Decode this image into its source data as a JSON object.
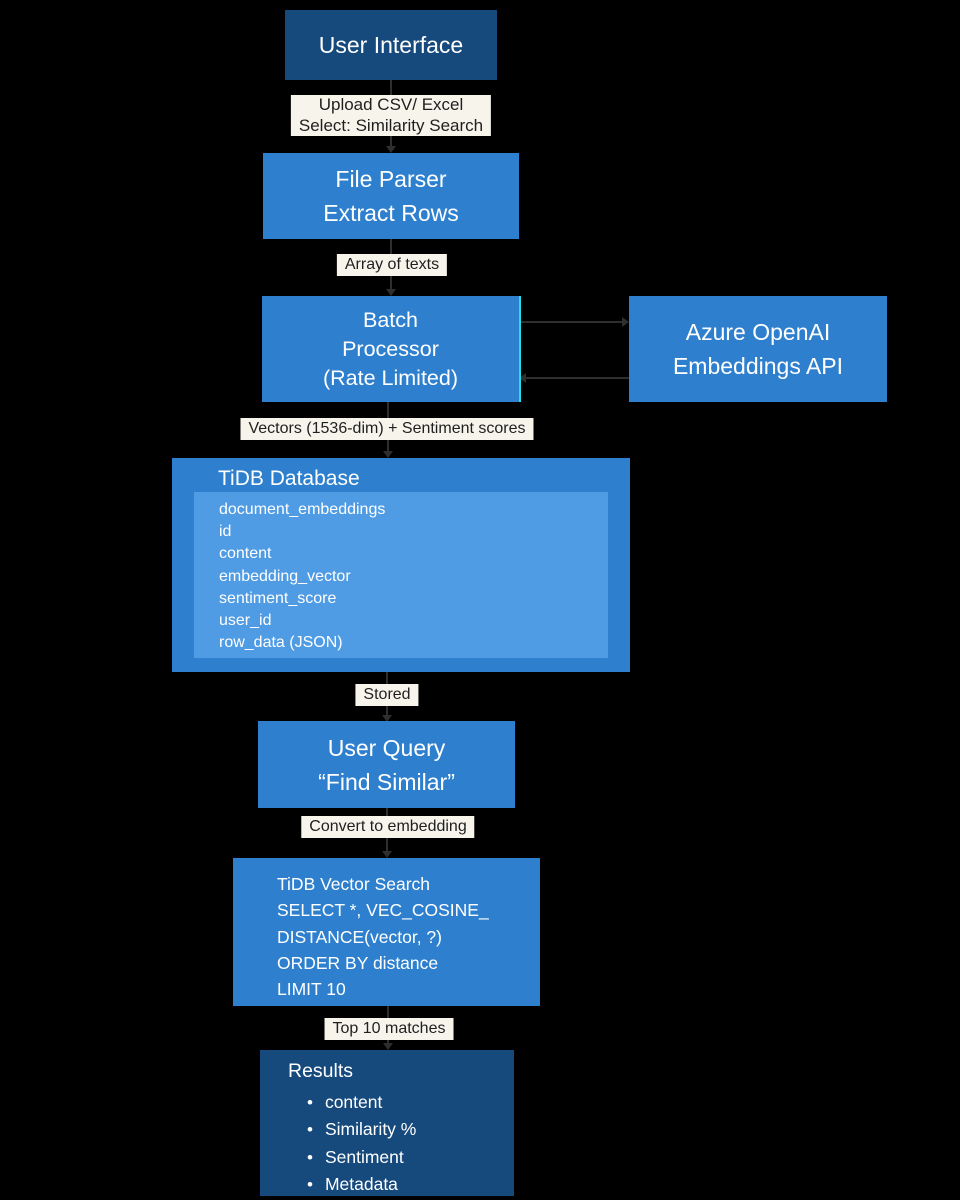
{
  "colors": {
    "background": "#000000",
    "navy": "#16497C",
    "blue": "#2E80CE",
    "light-blue": "#4F9CE4",
    "label-bg": "#F7F4EC",
    "label-text": "#1F1F1F",
    "arrow": "#2E2E2E",
    "cyan-guide": "#1FE0E6",
    "box-text": "#FFFFFF"
  },
  "diagram": {
    "user_interface": {
      "title": "User Interface"
    },
    "upload_label": {
      "line1": "Upload CSV/ Excel",
      "line2": "Select: Similarity Search"
    },
    "file_parser": {
      "line1": "File Parser",
      "line2": "Extract Rows"
    },
    "array_label": {
      "text": "Array of texts"
    },
    "batch_processor": {
      "line1": "Batch",
      "line2": "Processor",
      "line3": "(Rate Limited)"
    },
    "azure_openai": {
      "line1": "Azure OpenAI",
      "line2": "Embeddings API"
    },
    "vectors_label": {
      "text": "Vectors (1536-dim) + Sentiment scores"
    },
    "tidb_database": {
      "title": "TiDB Database",
      "fields": [
        "document_embeddings",
        "id",
        "content",
        "embedding_vector",
        "sentiment_score",
        "user_id",
        "row_data (JSON)"
      ]
    },
    "stored_label": {
      "text": "Stored"
    },
    "user_query": {
      "line1": "User Query",
      "line2": "“Find Similar”"
    },
    "convert_label": {
      "text": "Convert to embedding"
    },
    "vector_search": {
      "lines": [
        "TiDB Vector Search",
        "SELECT *, VEC_COSINE_",
        "DISTANCE(vector, ?)",
        "ORDER BY distance",
        "LIMIT 10"
      ]
    },
    "matches_label": {
      "text": "Top 10 matches"
    },
    "results": {
      "title": "Results",
      "items": [
        "content",
        "Similarity %",
        "Sentiment",
        "Metadata"
      ]
    }
  }
}
